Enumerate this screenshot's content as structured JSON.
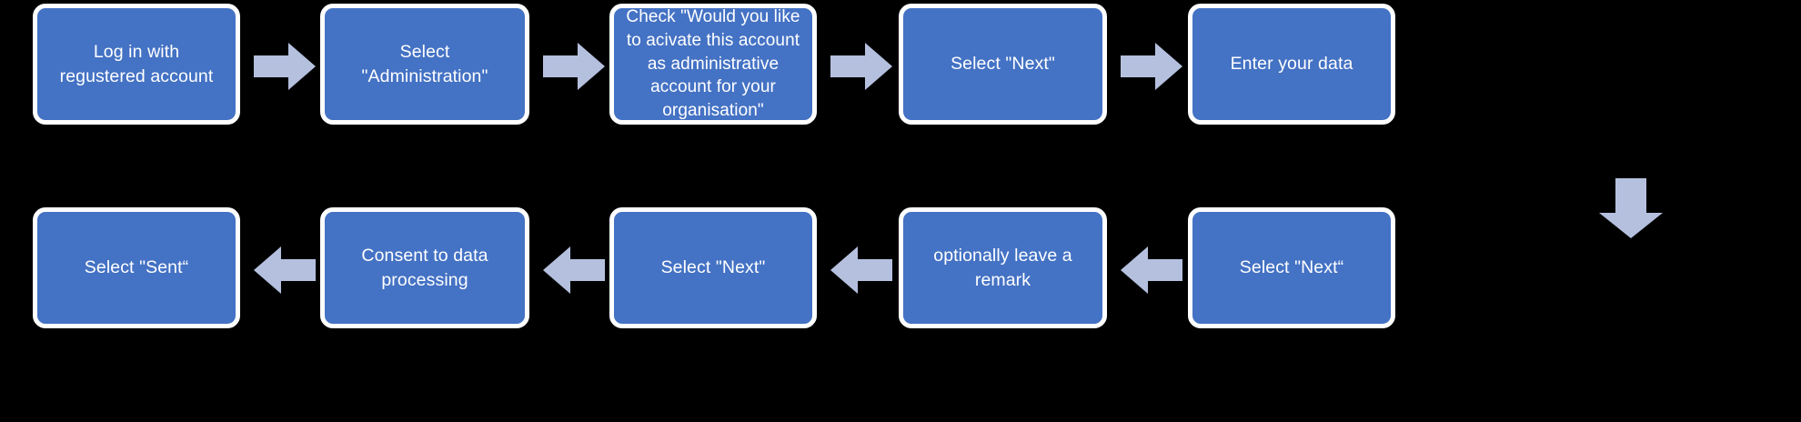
{
  "diagram": {
    "title": "Registration / administration account flow",
    "type": "flowchart",
    "background_color": "#000000",
    "node_fill_color": "#4472C4",
    "node_border_color": "#FFFFFF",
    "node_text_color": "#FFFFFF",
    "arrow_color": "#B4C0DE",
    "rows": [
      {
        "name": "row-1",
        "direction": "left-to-right",
        "nodes": [
          {
            "id": "n1",
            "label": "Log in with regustered account"
          },
          {
            "id": "n2",
            "label": "Select \"Administration\""
          },
          {
            "id": "n3",
            "label": "Check \"Would you like to acivate this account as administrative account for your organisation\""
          },
          {
            "id": "n4",
            "label": "Select \"Next\""
          },
          {
            "id": "n5",
            "label": "Enter your data"
          }
        ],
        "connectors": [
          {
            "id": "a1",
            "direction": "right",
            "from": "n1",
            "to": "n2"
          },
          {
            "id": "a2",
            "direction": "right",
            "from": "n2",
            "to": "n3"
          },
          {
            "id": "a3",
            "direction": "right",
            "from": "n3",
            "to": "n4"
          },
          {
            "id": "a4",
            "direction": "right",
            "from": "n4",
            "to": "n5"
          }
        ]
      },
      {
        "name": "row-2",
        "direction": "right-to-left",
        "nodes": [
          {
            "id": "n10",
            "label": "Select \"Sent“"
          },
          {
            "id": "n9",
            "label": "Consent to data processing"
          },
          {
            "id": "n8",
            "label": "Select \"Next\""
          },
          {
            "id": "n7",
            "label": "optionally leave a remark"
          },
          {
            "id": "n6",
            "label": "Select \"Next“"
          }
        ],
        "connectors": [
          {
            "id": "a6",
            "direction": "left",
            "from": "n9",
            "to": "n10"
          },
          {
            "id": "a7",
            "direction": "left",
            "from": "n8",
            "to": "n9"
          },
          {
            "id": "a8",
            "direction": "left",
            "from": "n7",
            "to": "n8"
          },
          {
            "id": "a9",
            "direction": "left",
            "from": "n6",
            "to": "n7"
          }
        ]
      }
    ],
    "row_connector": {
      "id": "a5",
      "direction": "down",
      "from": "n5",
      "to": "n6"
    }
  }
}
